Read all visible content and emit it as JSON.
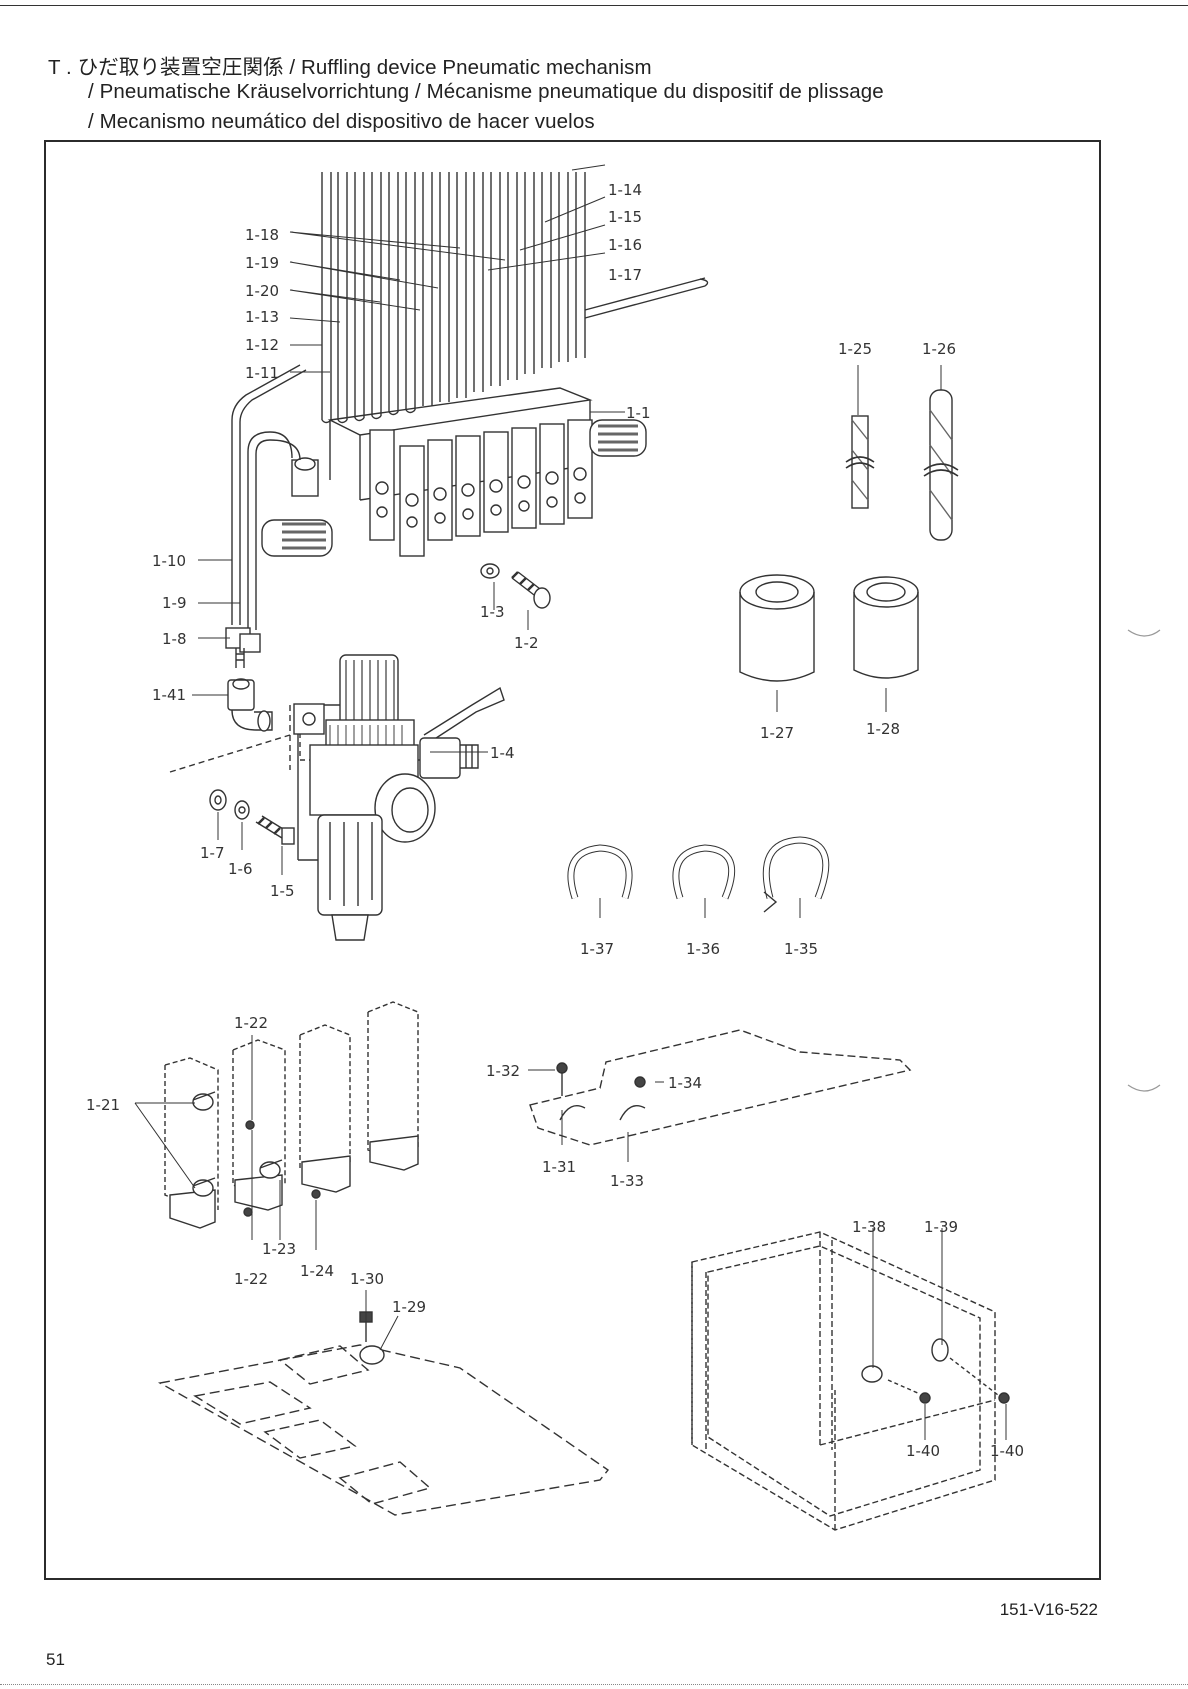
{
  "header": {
    "line1": "T . ひだ取り装置空圧関係 / Ruffling device Pneumatic mechanism",
    "line2": "/ Pneumatische Kräuselvorrichtung / Mécanisme pneumatique du dispositif de plissage",
    "line3": "/ Mecanismo neumático del dispositivo de hacer vuelos"
  },
  "parts": {
    "p1_1": "1-1",
    "p1_2": "1-2",
    "p1_3": "1-3",
    "p1_4": "1-4",
    "p1_5": "1-5",
    "p1_6": "1-6",
    "p1_7": "1-7",
    "p1_8": "1-8",
    "p1_9": "1-9",
    "p1_10": "1-10",
    "p1_11": "1-11",
    "p1_12": "1-12",
    "p1_13": "1-13",
    "p1_14": "1-14",
    "p1_15": "1-15",
    "p1_16": "1-16",
    "p1_17": "1-17",
    "p1_18": "1-18",
    "p1_19": "1-19",
    "p1_20": "1-20",
    "p1_21": "1-21",
    "p1_22a": "1-22",
    "p1_22b": "1-22",
    "p1_23": "1-23",
    "p1_24": "1-24",
    "p1_25": "1-25",
    "p1_26": "1-26",
    "p1_27": "1-27",
    "p1_28": "1-28",
    "p1_29": "1-29",
    "p1_30": "1-30",
    "p1_31": "1-31",
    "p1_32": "1-32",
    "p1_33": "1-33",
    "p1_34": "1-34",
    "p1_35": "1-35",
    "p1_36": "1-36",
    "p1_37": "1-37",
    "p1_38": "1-38",
    "p1_39": "1-39",
    "p1_40a": "1-40",
    "p1_40b": "1-40",
    "p1_41": "1-41"
  },
  "footer": {
    "code": "151-V16-522",
    "page_number": "51"
  }
}
